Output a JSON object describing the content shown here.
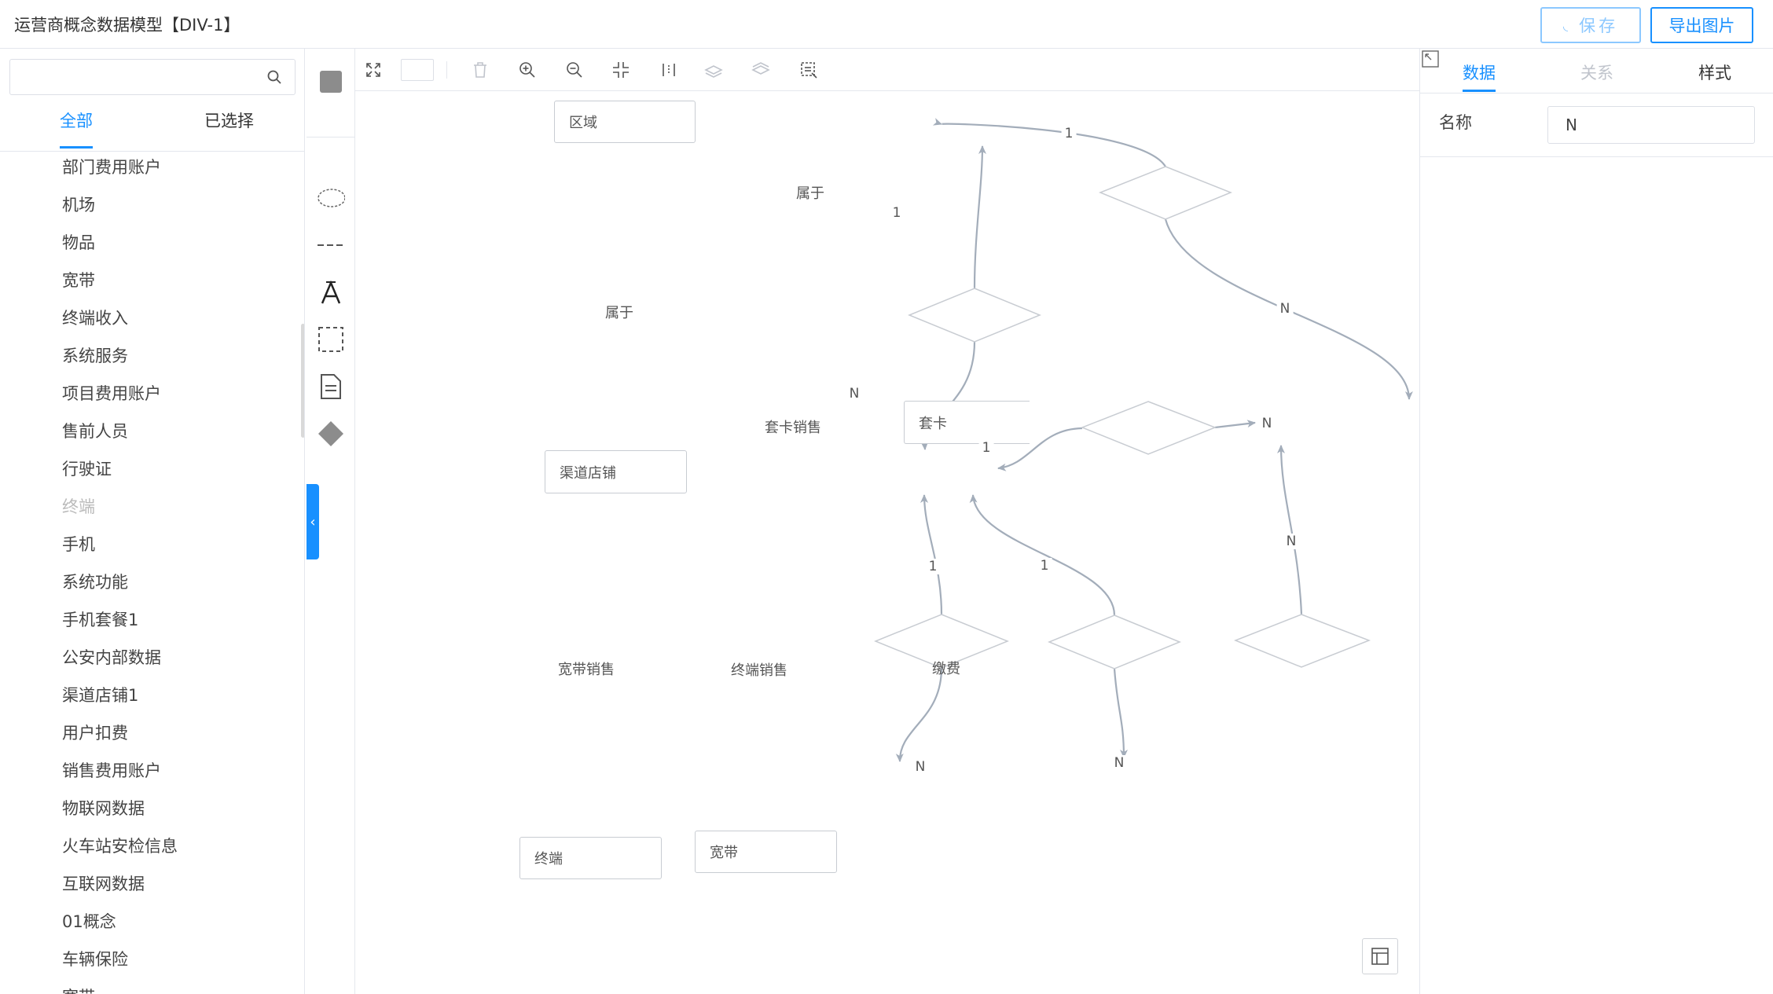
{
  "header": {
    "title": "运营商概念数据模型【DIV-1】",
    "save_label": "保存",
    "export_label": "导出图片"
  },
  "left_panel": {
    "search_placeholder": "",
    "tabs": {
      "all": "全部",
      "selected": "已选择"
    },
    "items": [
      {
        "label": "部门费用账户",
        "disabled": false
      },
      {
        "label": "机场",
        "disabled": false
      },
      {
        "label": "物品",
        "disabled": false
      },
      {
        "label": "宽带",
        "disabled": false
      },
      {
        "label": "终端收入",
        "disabled": false
      },
      {
        "label": "系统服务",
        "disabled": false
      },
      {
        "label": "项目费用账户",
        "disabled": false
      },
      {
        "label": "售前人员",
        "disabled": false
      },
      {
        "label": "行驶证",
        "disabled": false
      },
      {
        "label": "终端",
        "disabled": true
      },
      {
        "label": "手机",
        "disabled": false
      },
      {
        "label": "系统功能",
        "disabled": false
      },
      {
        "label": "手机套餐1",
        "disabled": false
      },
      {
        "label": "公安内部数据",
        "disabled": false
      },
      {
        "label": "渠道店铺1",
        "disabled": false
      },
      {
        "label": "用户扣费",
        "disabled": false
      },
      {
        "label": "销售费用账户",
        "disabled": false
      },
      {
        "label": "物联网数据",
        "disabled": false
      },
      {
        "label": "火车站安检信息",
        "disabled": false
      },
      {
        "label": "互联网数据",
        "disabled": false
      },
      {
        "label": "01概念",
        "disabled": false
      },
      {
        "label": "车辆保险",
        "disabled": false
      },
      {
        "label": "宽带",
        "disabled": false
      }
    ]
  },
  "diagram": {
    "entities": {
      "region": "区域",
      "channel_store": "渠道店铺",
      "sim_card": "套卡",
      "terminal": "终端",
      "broadband": "宽带"
    },
    "relations": {
      "belongs_top": "属于",
      "belongs_left": "属于",
      "card_sale": "套卡销售",
      "broadband_sale": "宽带销售",
      "terminal_sale": "终端销售",
      "payment": "缴费"
    },
    "edge_labels": {
      "e1": "1",
      "e2": "N",
      "e3": "1",
      "e4": "N",
      "e5": "1",
      "e6": "N",
      "e7": "1",
      "e8": "N",
      "e9": "1",
      "e10": "N",
      "e11": "N"
    },
    "edge_color": "#a3adba"
  },
  "right_panel": {
    "tabs": {
      "data": "数据",
      "relation": "关系",
      "style": "样式"
    },
    "name_label": "名称",
    "name_value": "N"
  },
  "colors": {
    "accent": "#1890ff",
    "border": "#e4e7ed"
  }
}
